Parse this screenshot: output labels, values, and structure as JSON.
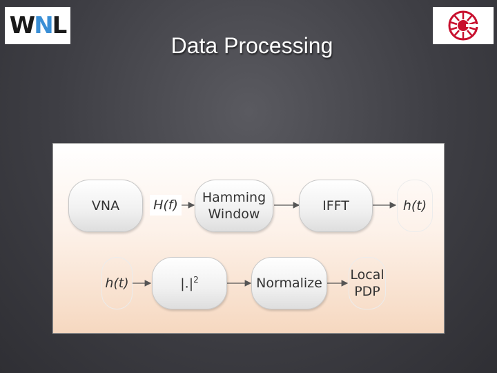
{
  "header": {
    "title": "Data Processing",
    "left_logo_text": "WNL"
  },
  "diagram": {
    "row1": {
      "vna": "VNA",
      "hf": "H(f)",
      "hamming": "Hamming\nWindow",
      "ifft": "IFFT",
      "ht_out": "h(t)"
    },
    "row2": {
      "ht_in": "h(t)",
      "abs_base": "|.|",
      "abs_exp": "2",
      "normalize": "Normalize",
      "local_pdp": "Local\nPDP"
    }
  },
  "colors": {
    "logo_accent": "#3a8fd6",
    "right_logo": "#c8102e"
  }
}
